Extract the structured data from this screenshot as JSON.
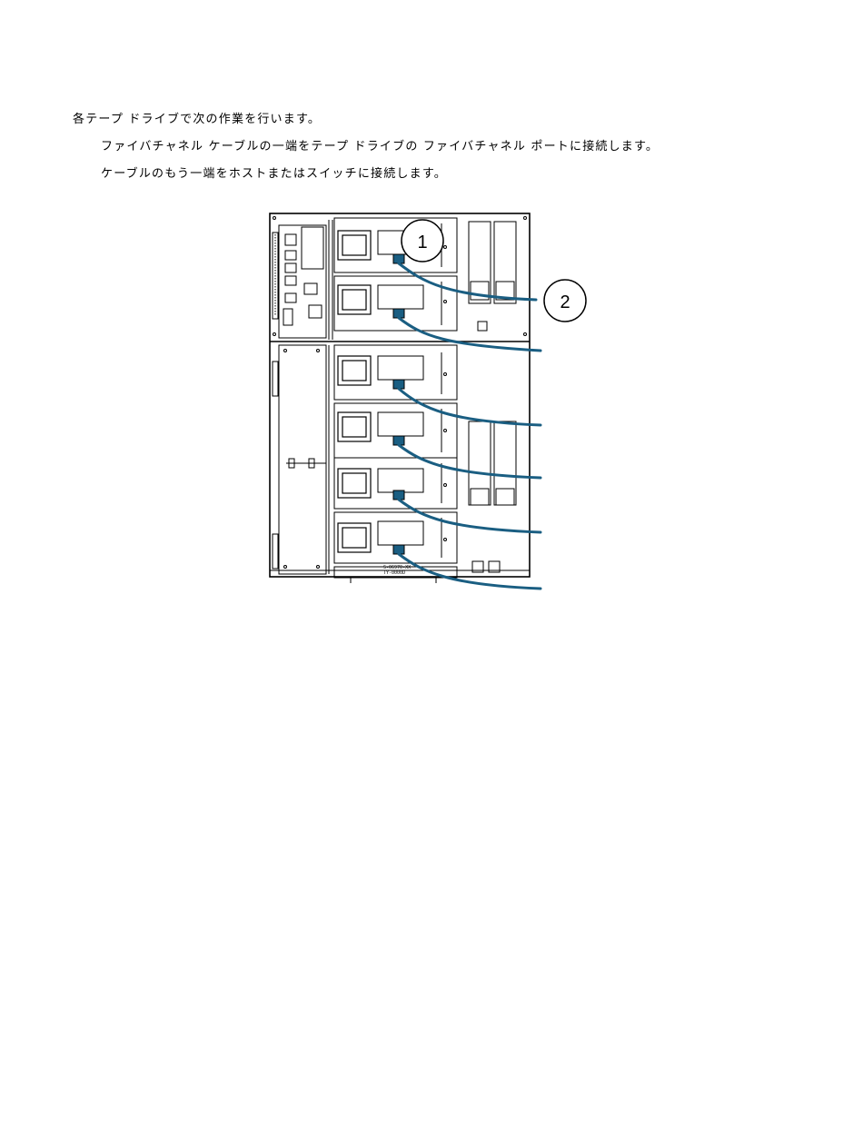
{
  "instructions": {
    "intro": "各テープ ドライブで次の作業を行います。",
    "steps": [
      "ファイバチャネル ケーブルの一端をテープ ドライブの ファイバチャネル ポートに接続します。",
      "ケーブルのもう一端をホストまたはスイッチに接続します。"
    ]
  },
  "figure": {
    "callouts": [
      {
        "label": "1"
      },
      {
        "label": "2"
      }
    ],
    "cable_color": "#1a5e82",
    "drive_count": 6,
    "illustration_lettering": [
      "S-06970-XX",
      "TY-0000D"
    ]
  }
}
